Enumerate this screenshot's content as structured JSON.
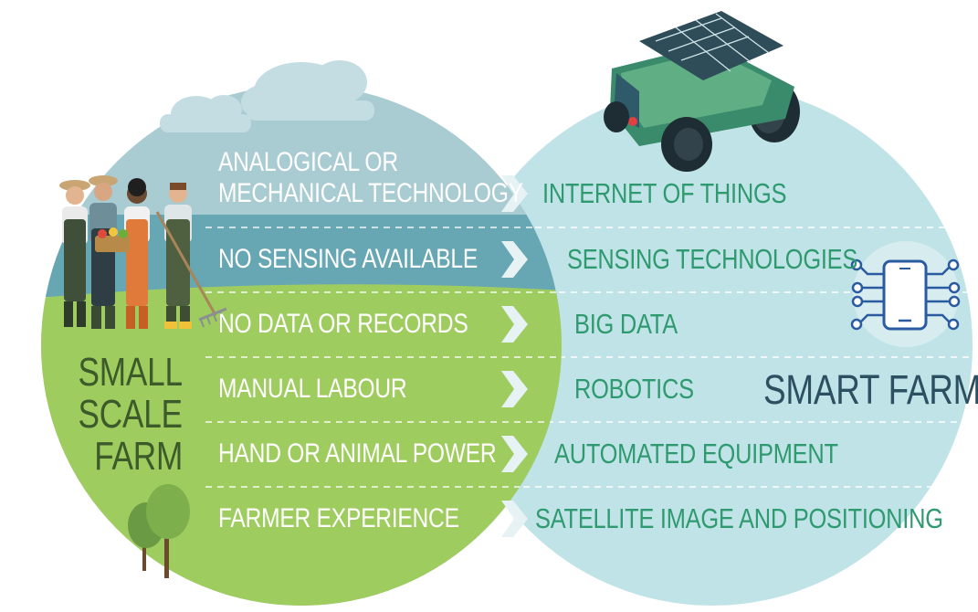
{
  "left_circle": {
    "title_lines": [
      "SMALL",
      "SCALE",
      "FARM"
    ],
    "items": [
      {
        "lines": [
          "ANALOGICAL OR",
          "MECHANICAL TECHNOLOGY"
        ]
      },
      {
        "lines": [
          "NO SENSING AVAILABLE"
        ]
      },
      {
        "lines": [
          "NO DATA OR RECORDS"
        ]
      },
      {
        "lines": [
          "MANUAL LABOUR"
        ]
      },
      {
        "lines": [
          "HAND OR ANIMAL POWER"
        ]
      },
      {
        "lines": [
          "FARMER EXPERIENCE"
        ]
      }
    ]
  },
  "right_circle": {
    "title": "SMART FARM",
    "items": [
      "INTERNET OF THINGS",
      "SENSING TECHNOLOGIES",
      "BIG DATA",
      "ROBOTICS",
      "AUTOMATED EQUIPMENT",
      "SATELLITE IMAGE AND POSITIONING"
    ]
  },
  "colors": {
    "sky": "#a9cbd2",
    "sea": "#67a6b3",
    "grass": "#9fcc5f",
    "right_circle": "#bfe3e6",
    "right_text": "#2f9a6f",
    "smart_title": "#2c4f62",
    "small_title": "#3c5a2a"
  },
  "icons": [
    "cloud-icon",
    "farmers-illustration",
    "tree-icon",
    "farm-robot-icon",
    "smartphone-circuit-icon",
    "arrow-chevron-icon"
  ]
}
